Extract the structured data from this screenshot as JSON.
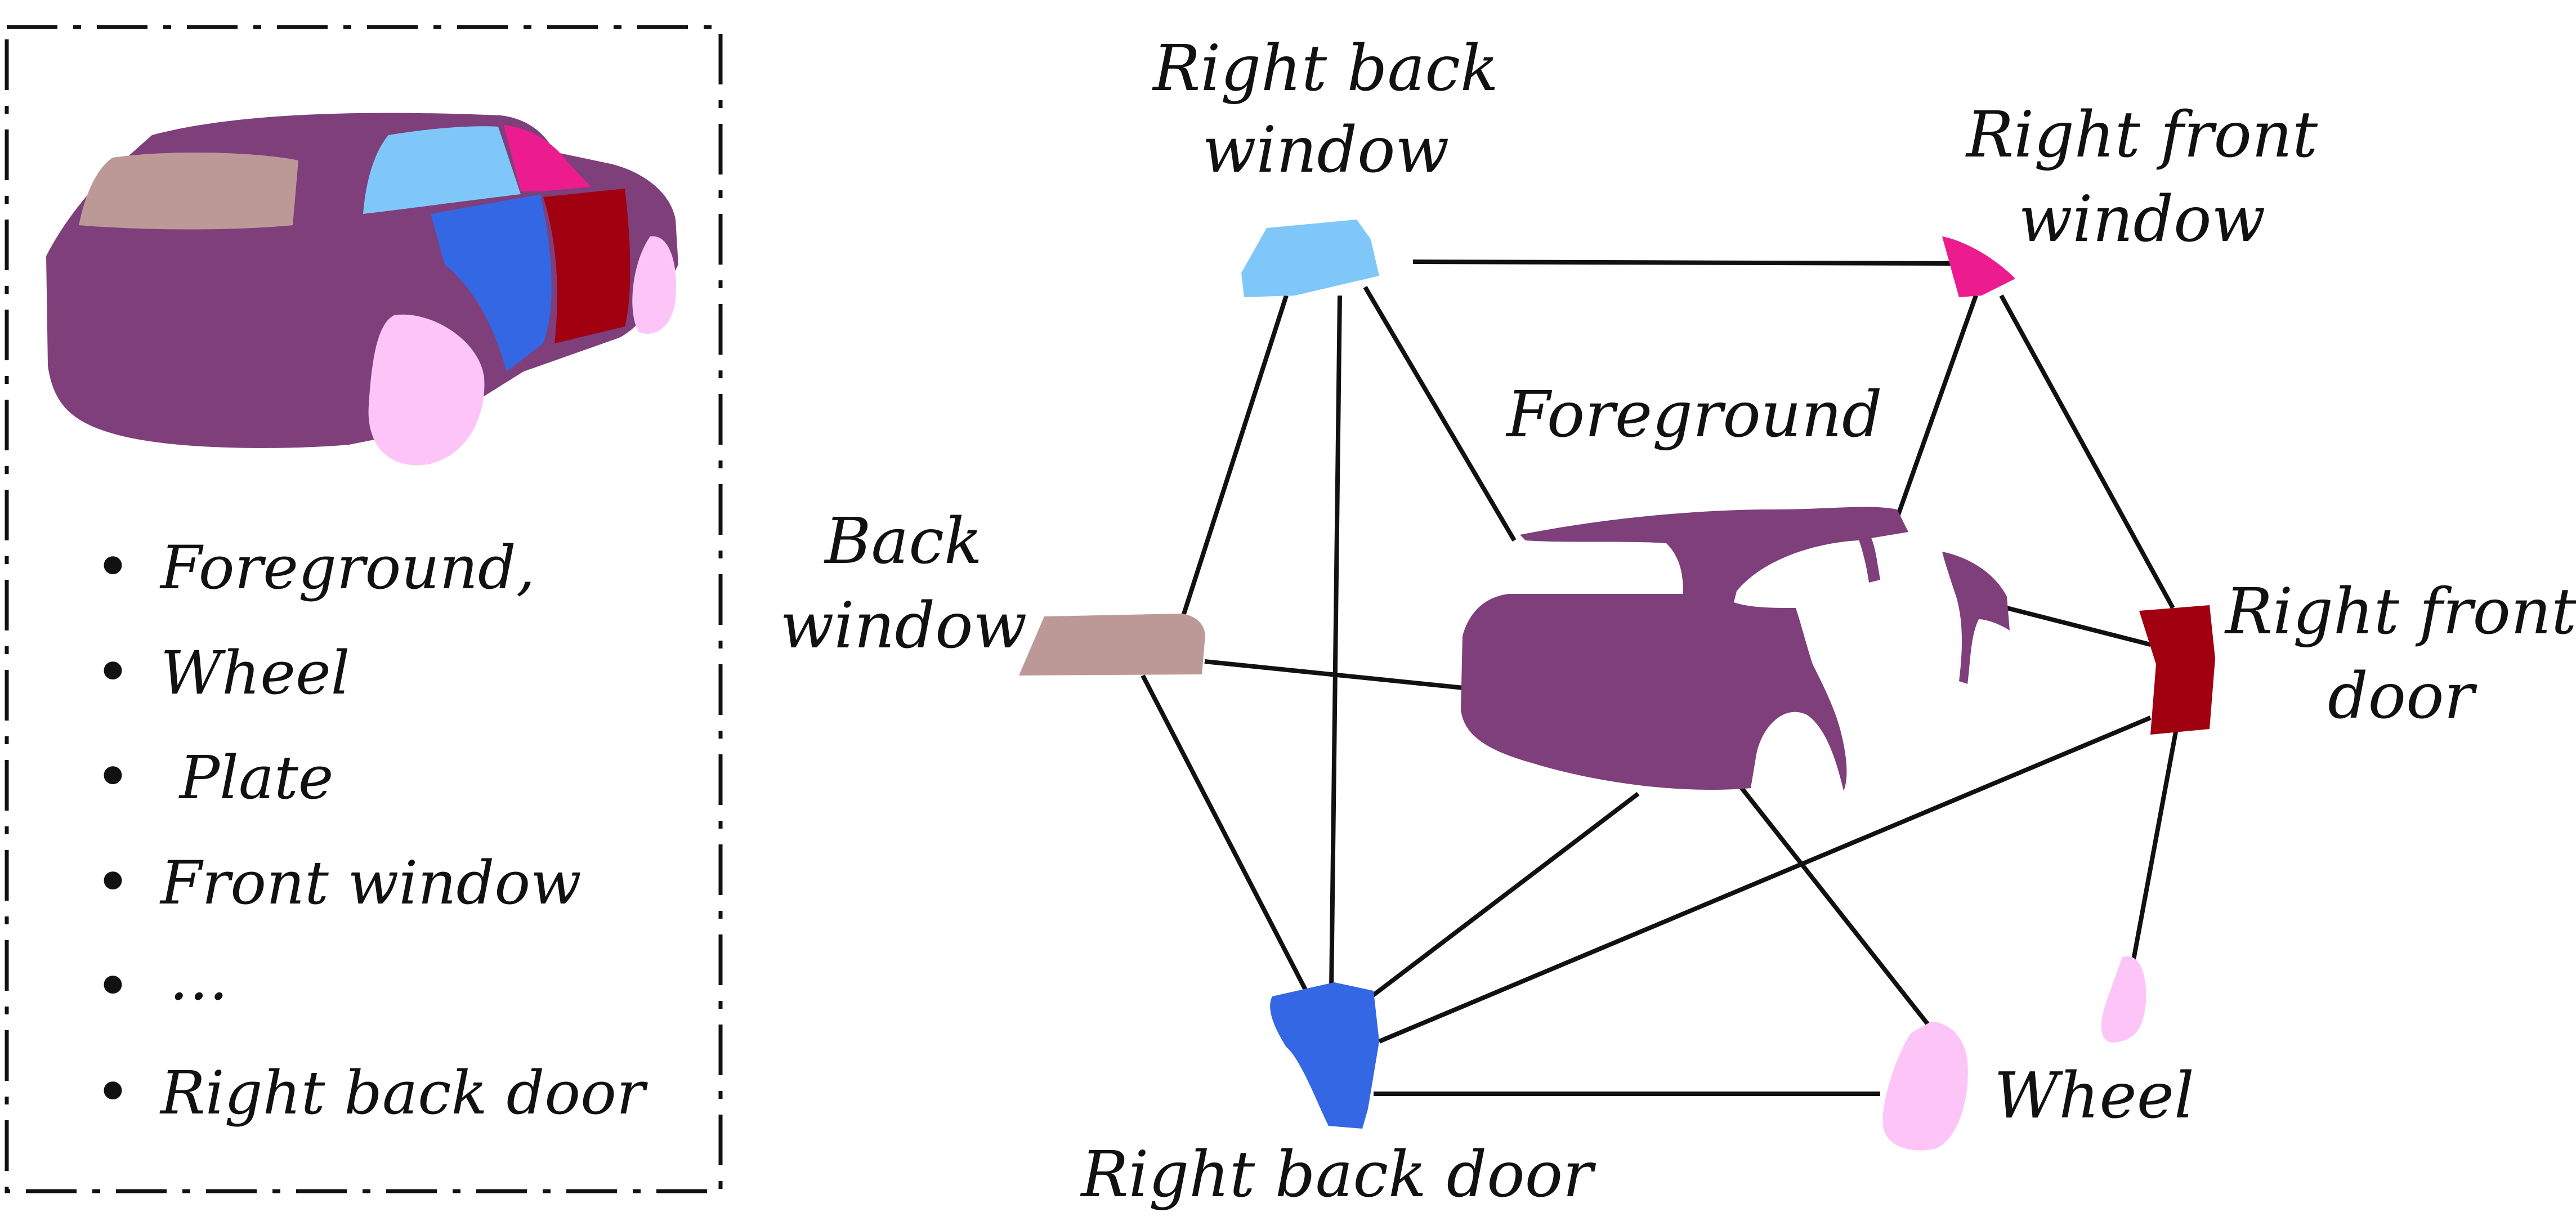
{
  "legend": {
    "items": [
      {
        "bullet": "•",
        "text": "Foreground,"
      },
      {
        "bullet": "•",
        "text": "Wheel"
      },
      {
        "bullet": "•",
        "text": " Plate"
      },
      {
        "bullet": "•",
        "text": "Front window"
      },
      {
        "bullet": "•",
        "text": "…"
      },
      {
        "bullet": "•",
        "text": "Right back door"
      }
    ]
  },
  "graph": {
    "nodes": {
      "right_back_window": {
        "line1": "Right back",
        "line2": "window"
      },
      "right_front_window": {
        "line1": "Right front",
        "line2": "window"
      },
      "foreground": {
        "line1": "Foreground"
      },
      "back_window": {
        "line1": "Back",
        "line2": "window"
      },
      "right_front_door": {
        "line1": "Right front",
        "line2": "door"
      },
      "right_back_door": {
        "line1": "Right back door"
      },
      "wheel": {
        "line1": "Wheel"
      }
    }
  },
  "colors": {
    "foreground": "#7e3f7b",
    "back_window": "#bc9997",
    "right_back_window": "#80c7f9",
    "right_front_window": "#ec1c8f",
    "right_front_door": "#a00010",
    "right_back_door": "#3467e3",
    "wheel": "#fdc5f7",
    "edge": "#111111",
    "text": "#111111",
    "frame": "#111111"
  }
}
